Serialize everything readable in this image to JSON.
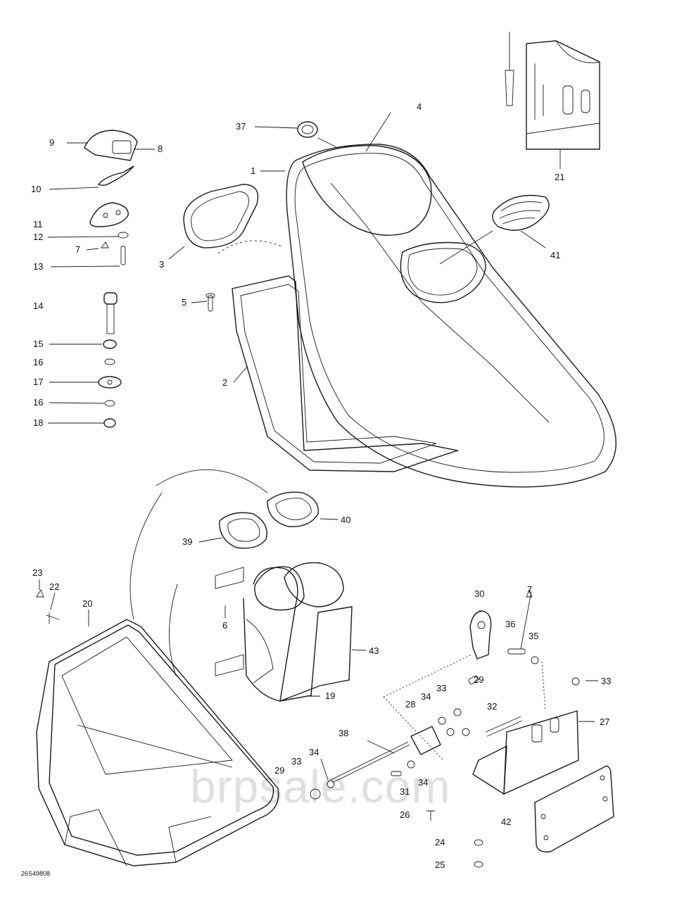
{
  "watermark": "brpsale.com",
  "drawing_code": "26S49808",
  "callouts": {
    "c1": "1",
    "c2": "2",
    "c3": "3",
    "c4": "4",
    "c5": "5",
    "c6": "6",
    "c7a": "7",
    "c7b": "7",
    "c8": "8",
    "c9": "9",
    "c10": "10",
    "c11": "11",
    "c12": "12",
    "c13": "13",
    "c14": "14",
    "c15": "15",
    "c16a": "16",
    "c16b": "16",
    "c17": "17",
    "c18": "18",
    "c19": "19",
    "c20": "20",
    "c21": "21",
    "c22": "22",
    "c23": "23",
    "c24": "24",
    "c25": "25",
    "c26": "26",
    "c27": "27",
    "c28": "28",
    "c29a": "29",
    "c29b": "29",
    "c30": "30",
    "c31": "31",
    "c32": "32",
    "c33a": "33",
    "c33b": "33",
    "c33c": "33",
    "c34a": "34",
    "c34b": "34",
    "c34c": "34",
    "c35": "35",
    "c36": "36",
    "c37": "37",
    "c38": "38",
    "c39": "39",
    "c40": "40",
    "c41": "41",
    "c42": "42",
    "c43": "43"
  }
}
